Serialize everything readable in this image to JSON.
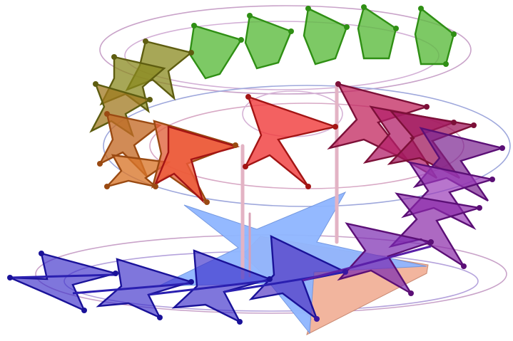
{
  "scene": {
    "background": "#ffffff",
    "guide_color": "#c9a3c9",
    "guide_color_2": "#9fa8dc",
    "pillar_color": "#e3b3c4",
    "base_star_color": "#8fb6ff",
    "base_star_side_color": "#f2b59e"
  },
  "shapes": [
    {
      "name": "green-pentagon",
      "fill": "#5dbb3f",
      "stroke": "#2f8f14"
    },
    {
      "name": "olive-star",
      "fill": "#8a8a1f",
      "stroke": "#5e5d10"
    },
    {
      "name": "orange-star",
      "fill": "#d9762a",
      "stroke": "#9a4a12"
    },
    {
      "name": "red-star",
      "fill": "#f03a3a",
      "stroke": "#a31414"
    },
    {
      "name": "crimson-star",
      "fill": "#c2255e",
      "stroke": "#7c1038"
    },
    {
      "name": "purple-star",
      "fill": "#8a2aa8",
      "stroke": "#5b0f76"
    },
    {
      "name": "blue-star",
      "fill": "#3b2dc9",
      "stroke": "#1a1299"
    }
  ]
}
